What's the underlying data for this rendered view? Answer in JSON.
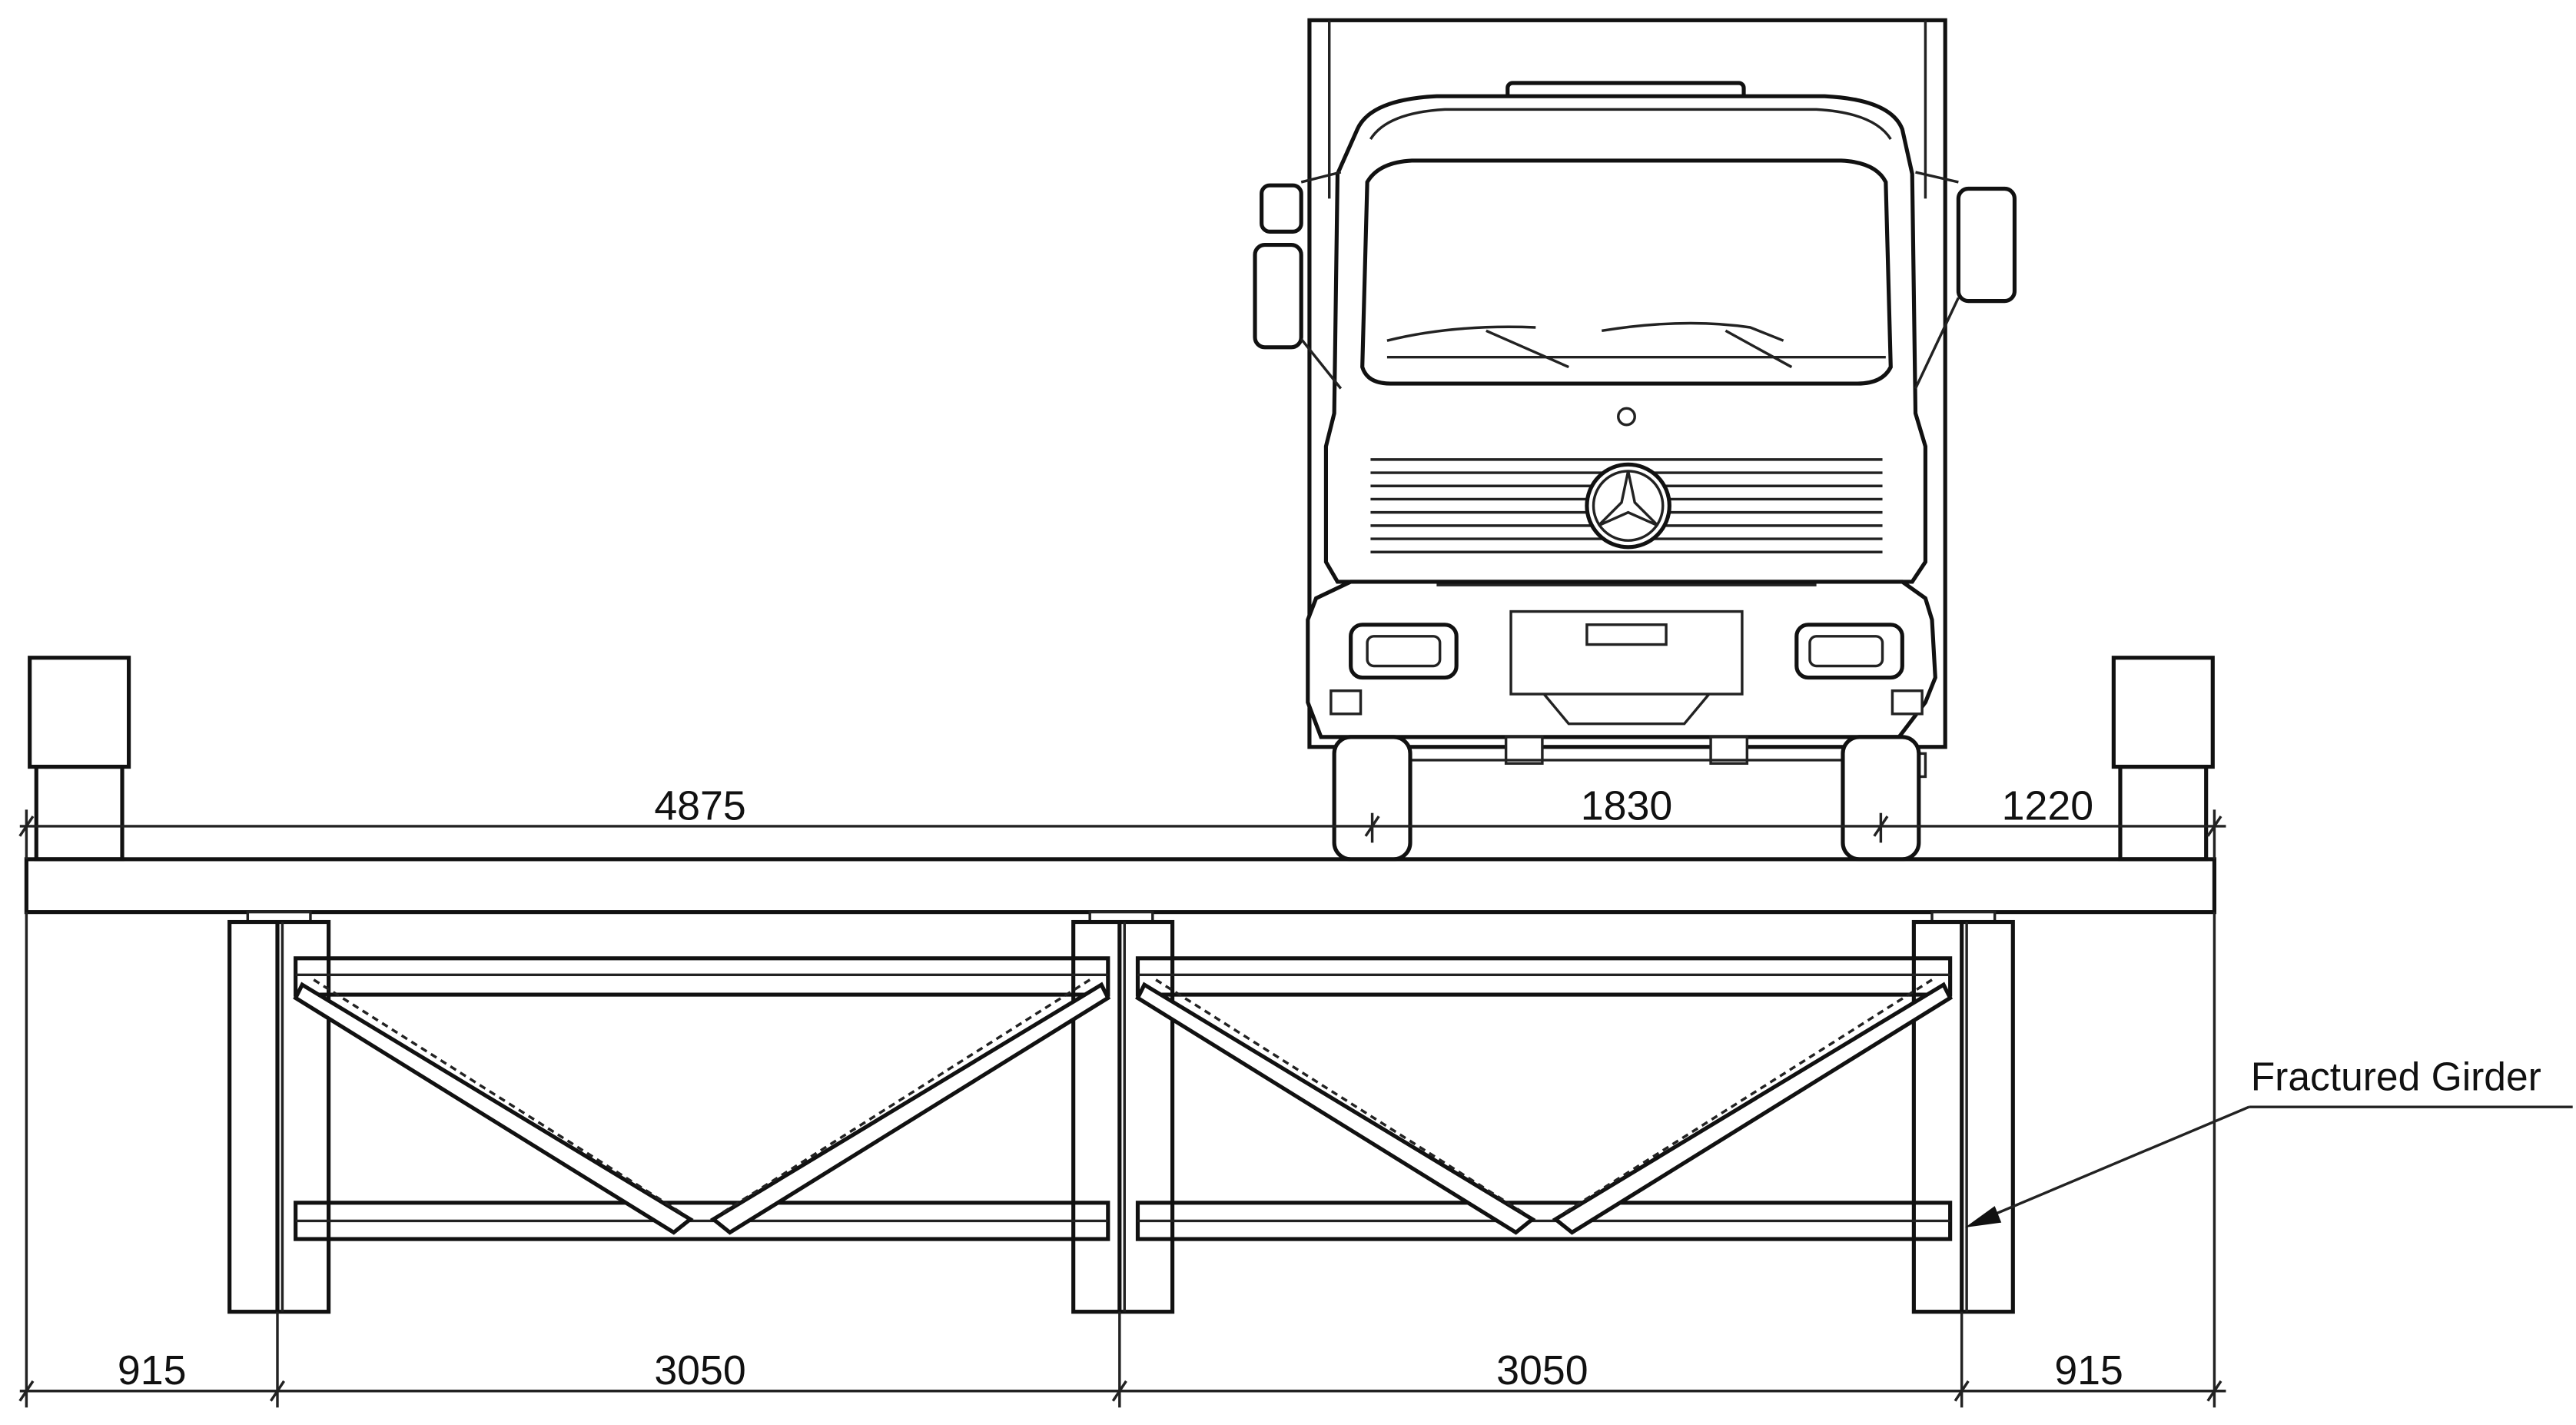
{
  "drawing": {
    "label": "Fractured Girder",
    "top_dimensions": [
      "4875",
      "1830",
      "1220"
    ],
    "bottom_dimensions": [
      "915",
      "3050",
      "3050",
      "915"
    ]
  },
  "colors": {
    "line": "#111111",
    "background": "#ffffff",
    "concrete_speckle": "#333333"
  }
}
